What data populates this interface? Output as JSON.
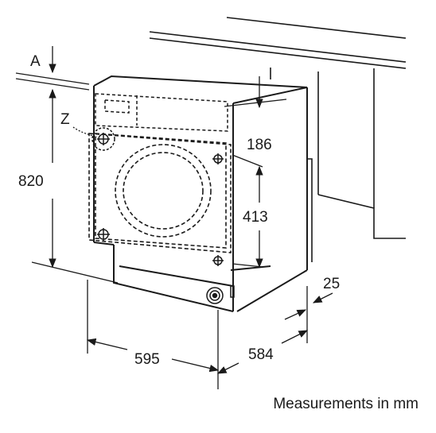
{
  "labels": {
    "a": "A",
    "z": "Z"
  },
  "dimensions": {
    "height": "820",
    "panel_depth": "186",
    "hinge_spacing": "413",
    "width": "595",
    "depth": "584",
    "offset": "25"
  },
  "caption": "Measurements in mm"
}
